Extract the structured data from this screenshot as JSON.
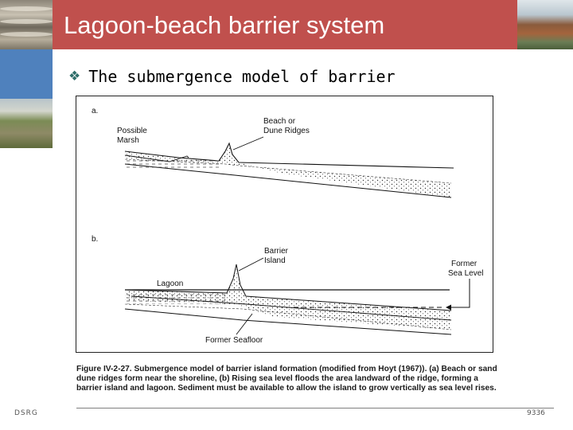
{
  "slide": {
    "title": "Lagoon-beach barrier system",
    "bullet": "The submergence model of barrier",
    "footer_left": "DSRG",
    "footer_right": "9336"
  },
  "figure": {
    "panel_a": {
      "letter": "a.",
      "marsh_label_1": "Possible",
      "marsh_label_2": "Marsh",
      "ridge_label_1": "Beach or",
      "ridge_label_2": "Dune Ridges"
    },
    "panel_b": {
      "letter": "b.",
      "island_label_1": "Barrier",
      "island_label_2": "Island",
      "sea_label_1": "Former",
      "sea_label_2": "Sea Level",
      "lagoon_label": "Lagoon",
      "seafloor_label": "Former Seafloor"
    },
    "caption": "Figure IV-2-27. Submergence model of barrier island formation (modified from Hoyt (1967)). (a) Beach or sand dune ridges form near the shoreline, (b) Rising sea level floods the area landward of the ridge, forming a barrier island and lagoon. Sediment must be available to allow the island to grow vertically as sea level rises."
  },
  "colors": {
    "title_bar": "#c0504d",
    "side_strip": "#4f81bd",
    "bullet_icon": "#2f6e6a"
  },
  "icons": {
    "bullet": "diamond-bullet-icon"
  }
}
